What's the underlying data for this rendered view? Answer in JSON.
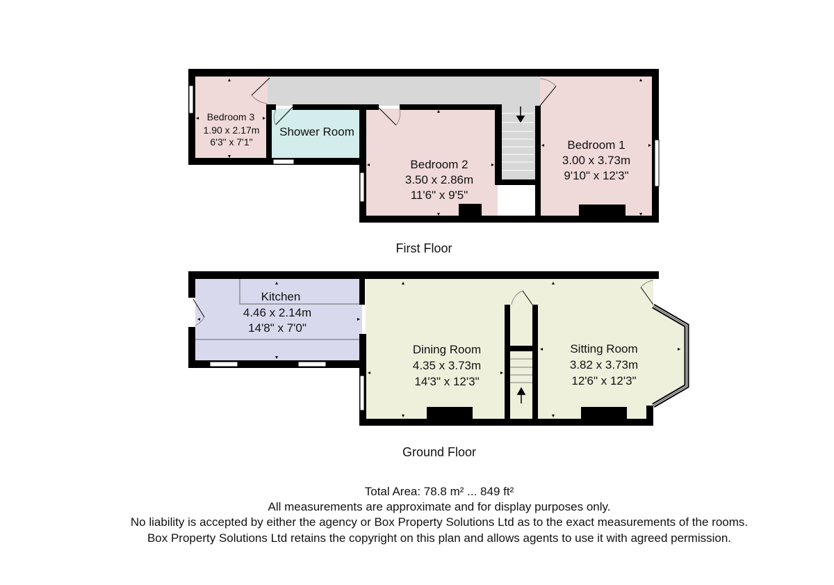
{
  "colors": {
    "bedroom": "#f0d9d9",
    "shower": "#d3ecec",
    "landing": "#d7d7d7",
    "kitchen": "#d9d9ee",
    "ground": "#eef0dc",
    "wall": "#000000"
  },
  "first_floor": {
    "label": "First Floor",
    "rooms": [
      {
        "name": "Bedroom 3",
        "metric": "1.90 x 2.17m",
        "imperial": "6'3\" x 7'1\""
      },
      {
        "name": "Shower Room"
      },
      {
        "name": "Bedroom 2",
        "metric": "3.50 x 2.86m",
        "imperial": "11'6\" x 9'5\""
      },
      {
        "name": "Bedroom 1",
        "metric": "3.00 x 3.73m",
        "imperial": "9'10\" x 12'3\""
      }
    ]
  },
  "ground_floor": {
    "label": "Ground Floor",
    "rooms": [
      {
        "name": "Kitchen",
        "metric": "4.46 x 2.14m",
        "imperial": "14'8\" x 7'0\""
      },
      {
        "name": "Dining Room",
        "metric": "4.35 x 3.73m",
        "imperial": "14'3\" x 12'3\""
      },
      {
        "name": "Sitting Room",
        "metric": "3.82 x 3.73m",
        "imperial": "12'6\" x 12'3\""
      }
    ]
  },
  "footer": {
    "total_area": "Total Area: 78.8 m² ... 849 ft²",
    "line1": "All measurements are approximate and for display purposes only.",
    "line2": "No liability is accepted by either the agency or Box Property Solutions Ltd as to the exact measurements of the rooms.",
    "line3": "Box Property Solutions Ltd retains the copyright on this plan and allows agents to use it with agreed permission."
  }
}
